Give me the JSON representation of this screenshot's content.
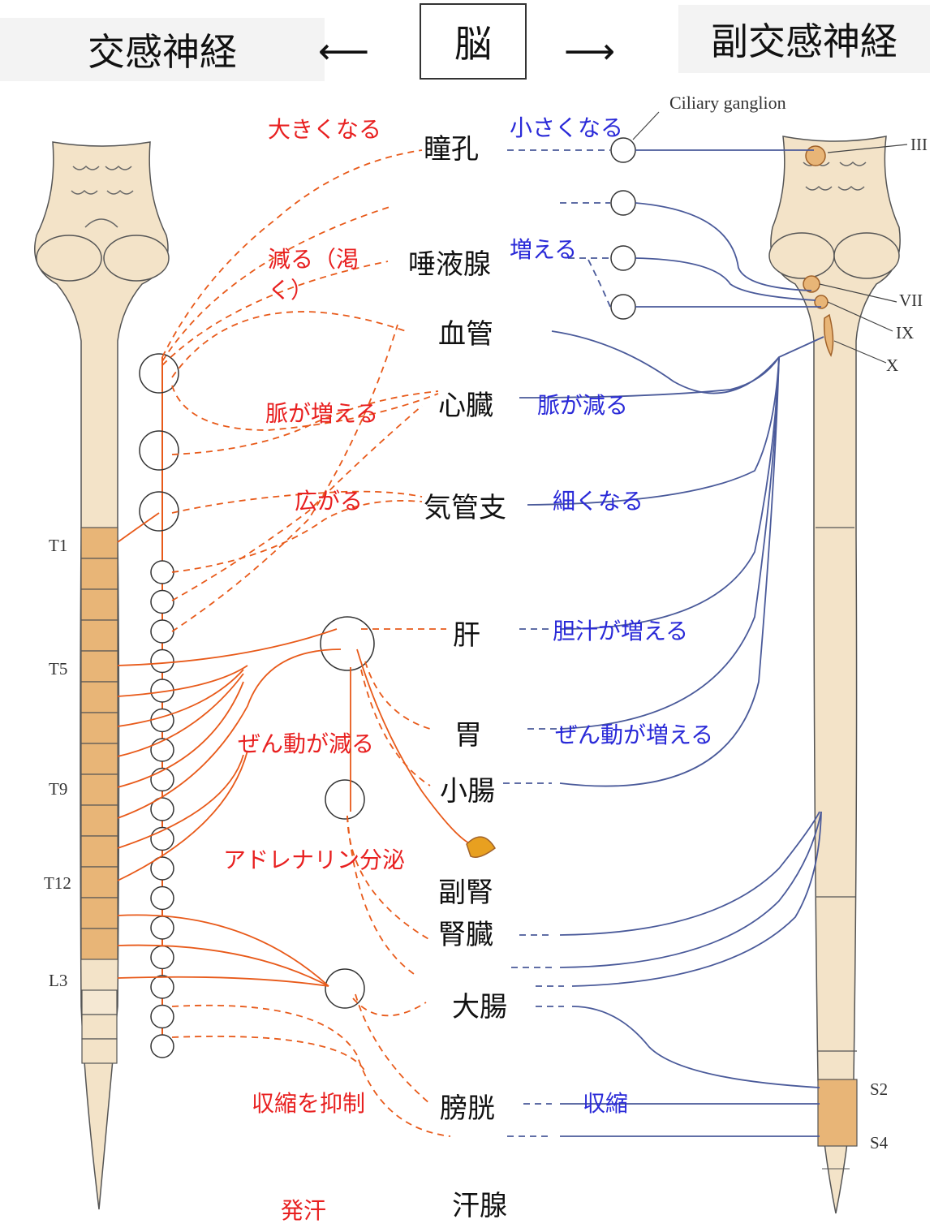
{
  "header": {
    "left": "交感神経",
    "center": "脳",
    "right": "副交感神経",
    "arrow_left": "⟵",
    "arrow_right": "⟶"
  },
  "ciliary_label": "Ciliary ganglion",
  "organs": {
    "pupil": "瞳孔",
    "salivary": "唾液腺",
    "vessels": "血管",
    "heart": "心臓",
    "bronchi": "気管支",
    "liver": "肝",
    "stomach": "胃",
    "small_intestine": "小腸",
    "adrenal": "副腎",
    "kidney": "腎臓",
    "large_intestine": "大腸",
    "bladder": "膀胱",
    "sweat": "汗腺"
  },
  "sympathetic_effects": {
    "pupil": "大きくなる",
    "salivary_1": "減る（渇",
    "salivary_2": "く）",
    "heart": "脈が増える",
    "bronchi": "広がる",
    "gut": "ぜん動が減る",
    "adrenal": "アドレナリン分泌",
    "bladder": "収縮を抑制",
    "sweat": "発汗"
  },
  "parasympathetic_effects": {
    "pupil": "小さくなる",
    "salivary": "増える",
    "heart": "脈が減る",
    "bronchi": "細くなる",
    "liver": "胆汁が増える",
    "stomach": "ぜん動が増える",
    "bladder": "収縮"
  },
  "segments_left": {
    "t1": "T1",
    "t5": "T5",
    "t9": "T9",
    "t12": "T12",
    "l3": "L3"
  },
  "segments_right": {
    "s2": "S2",
    "s4": "S4"
  },
  "cranial_nerves": {
    "iii": "III",
    "vii": "VII",
    "ix": "IX",
    "x": "X"
  },
  "colors": {
    "sympathetic": "#e85a1a",
    "parasympathetic": "#4a5a9a",
    "spinal_cord": "#f3e3c8",
    "segment_fill": "#e8b577",
    "red_text": "#e82020",
    "blue_text": "#2a2ad8"
  }
}
